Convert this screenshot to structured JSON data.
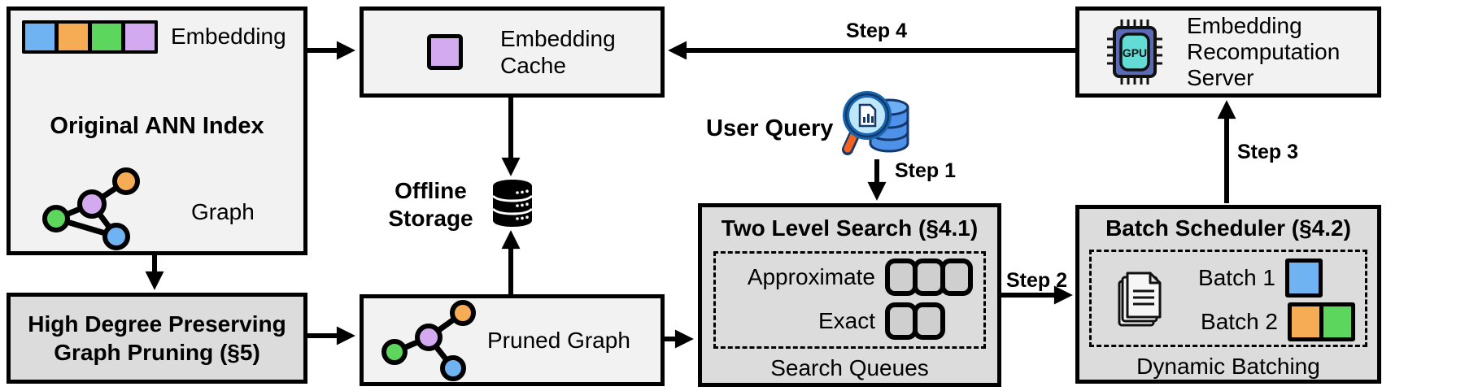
{
  "boxes": {
    "original_ann_index": {
      "title": "Original ANN Index",
      "embedding_label": "Embedding",
      "graph_label": "Graph"
    },
    "high_degree_pruning": {
      "title_line1": "High Degree Preserving",
      "title_line2": "Graph Pruning (§5)"
    },
    "embedding_cache": {
      "title_line1": "Embedding",
      "title_line2": "Cache"
    },
    "offline_storage": {
      "label_line1": "Offline",
      "label_line2": "Storage"
    },
    "pruned_graph": {
      "label": "Pruned Graph"
    },
    "two_level_search": {
      "title": "Two Level Search (§4.1)",
      "approximate_label": "Approximate",
      "exact_label": "Exact",
      "footer": "Search Queues"
    },
    "batch_scheduler": {
      "title": "Batch Scheduler (§4.2)",
      "batch1_label": "Batch 1",
      "batch2_label": "Batch 2",
      "footer": "Dynamic Batching"
    },
    "recomputation_server": {
      "title_line1": "Embedding",
      "title_line2": "Recomputation",
      "title_line3": "Server"
    }
  },
  "user_query": {
    "label": "User Query"
  },
  "steps": {
    "step1": "Step 1",
    "step2": "Step 2",
    "step3": "Step 3",
    "step4": "Step 4"
  },
  "icons": {
    "gpu_label": "GPU",
    "names": [
      "embedding-vector-icon",
      "graph-icon",
      "cached-embedding-icon",
      "offline-storage-database-icon",
      "pruned-graph-icon",
      "user-query-search-icon",
      "search-queue-slot-icon",
      "document-batch-icon",
      "batch-square-icon",
      "gpu-chip-icon"
    ]
  },
  "colors": {
    "box_light": "#f2f2f2",
    "box_dark": "#dcdcdc",
    "queue_slot": "#cfcfcf",
    "outline": "#000000",
    "blue": "#6FB3F3",
    "orange": "#F6AC54",
    "green": "#5CD65C",
    "purple": "#D3A9F0",
    "gpu_chip_body": "#5A6AB5",
    "gpu_chip_inner": "#63DCD6",
    "magnifier_rim": "#1766AD",
    "magnifier_lens": "#BFE7FA",
    "magnifier_handle": "#F26322",
    "query_database": "#4E91E8"
  }
}
